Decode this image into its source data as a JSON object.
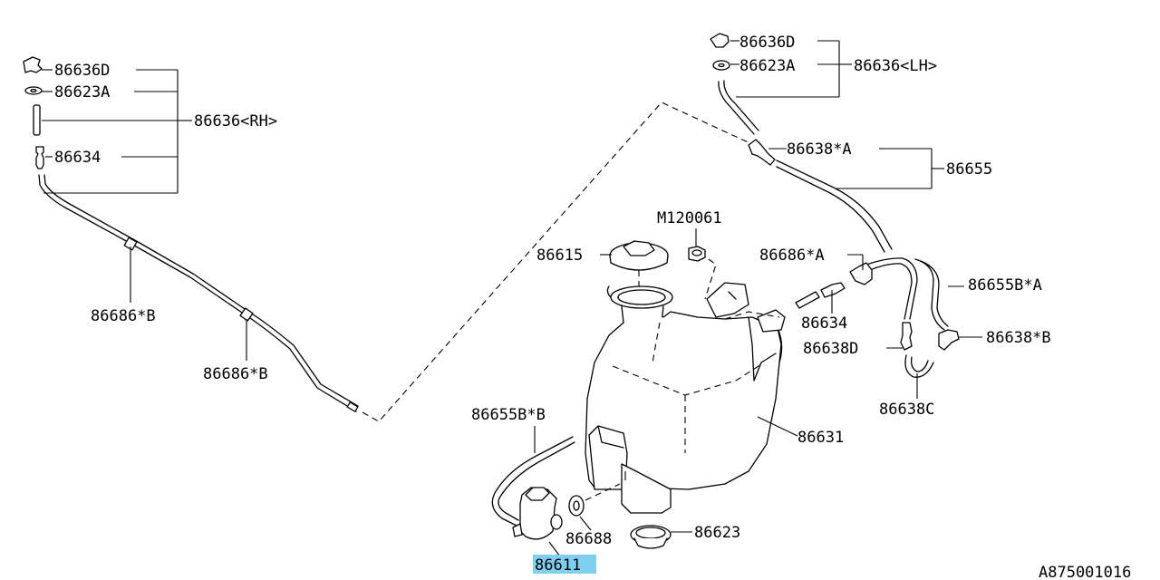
{
  "labels": {
    "rh_nozzle": "86636D",
    "rh_gasket": "86623A",
    "rh_assy": "86636<RH>",
    "rh_joint": "86634",
    "rh_hose_clip_1": "86686*B",
    "rh_hose_clip_2": "86686*B",
    "lh_nozzle": "86636D",
    "lh_gasket": "86623A",
    "lh_assy": "86636<LH>",
    "lh_joint": "86638*A",
    "hose_main": "86655",
    "bolt": "M120061",
    "cap": "86615",
    "clip_a": "86686*A",
    "joint_mid": "86634",
    "hose_b_a": "86655B*A",
    "joint_b": "86638*B",
    "joint_d": "86638D",
    "joint_c": "86638C",
    "tank": "86631",
    "hose_b_b": "86655B*B",
    "seal": "86688",
    "grommet": "86623",
    "pump": "86611",
    "drawing_no": "A875001016"
  },
  "highlight": {
    "part": "86611",
    "color": "#7fd0f0"
  }
}
